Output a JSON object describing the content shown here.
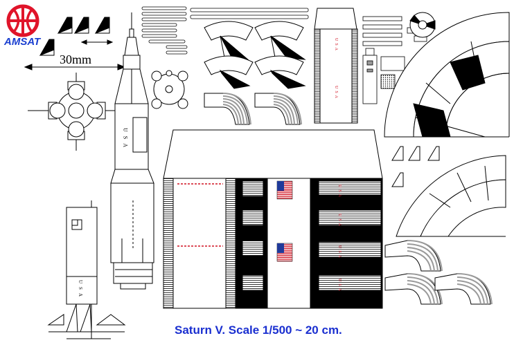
{
  "logo": {
    "text": "AMSAT",
    "color": "#1a3fd0",
    "globe_color": "#e0142a",
    "icon": "amsat-globe-icon"
  },
  "dimension": {
    "label": "30mm"
  },
  "caption": {
    "text": "Saturn V. Scale 1/500 ~ 20 cm.",
    "color": "#1a2fd0"
  },
  "usa_label": {
    "text": "USA",
    "color": "#d01020"
  },
  "vertical_text_color": "#d01020",
  "colors": {
    "ink": "#000000",
    "gray_band": "#9a9a9a",
    "flag_blue": "#203a9a",
    "flag_red": "#d01020"
  }
}
